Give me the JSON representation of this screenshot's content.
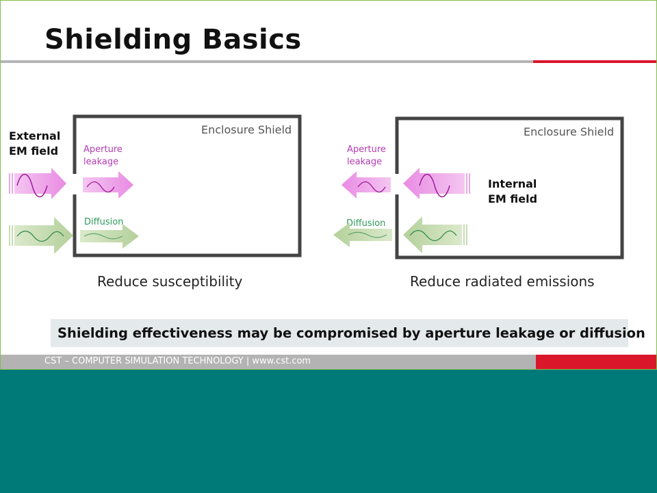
{
  "slide": {
    "title": "Shielding Basics",
    "left_panel": {
      "enclosure_label": "Enclosure Shield",
      "field_label_line1": "External",
      "field_label_line2": "EM field",
      "aperture_line1": "Aperture",
      "aperture_line2": "leakage",
      "diffusion_label": "Diffusion",
      "caption": "Reduce susceptibility"
    },
    "right_panel": {
      "enclosure_label": "Enclosure Shield",
      "field_label_line1": "Internal",
      "field_label_line2": "EM field",
      "aperture_line1": "Aperture",
      "aperture_line2": "leakage",
      "diffusion_label": "Diffusion",
      "caption": "Reduce radiated emissions"
    },
    "note": "Shielding effectiveness may be compromised by aperture leakage or diffusion",
    "footer": "CST – COMPUTER SIMULATION TECHNOLOGY | www.cst.com"
  },
  "colors": {
    "accent_red": "#d9162a",
    "aperture_magenta": "#b53ab5",
    "diffusion_green": "#2e9a5a",
    "band_teal": "#007a78"
  }
}
